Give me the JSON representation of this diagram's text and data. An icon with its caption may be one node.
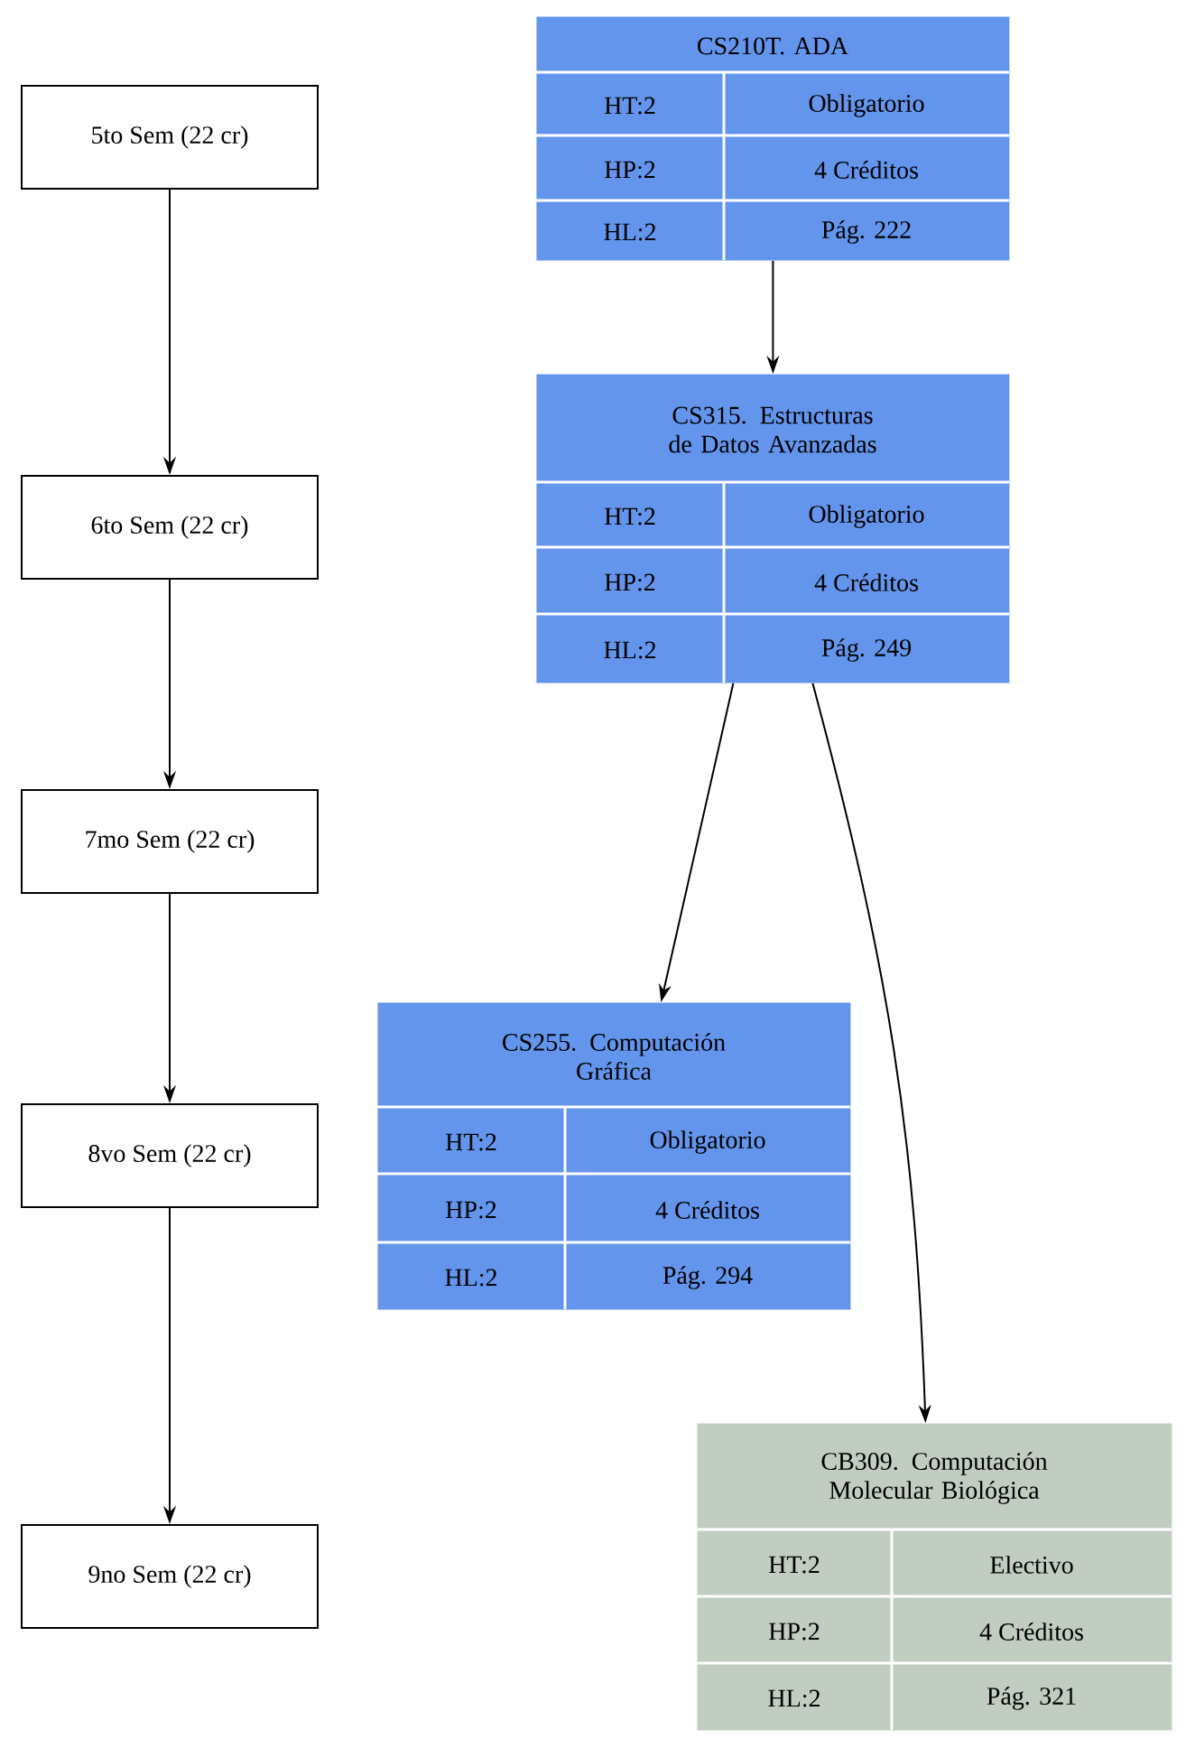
{
  "diagram": {
    "nodes": [
      {
        "text": [
          "5to Sem (22 cr)"
        ]
      },
      {
        "text": [
          "6to Sem (22 cr)"
        ]
      },
      {
        "text": [
          "7mo Sem (22 cr)"
        ]
      },
      {
        "text": [
          "8vo Sem (22 cr)"
        ]
      },
      {
        "text": [
          "9no Sem (22 cr)"
        ]
      },
      {
        "text": [
          "CS210T. ADA",
          "HT:2",
          "Obligatorio",
          "HP:2",
          "4 Créditos",
          "HL:2",
          "Pág. 222"
        ]
      },
      {
        "text": [
          "CS315. Estructuras de Datos Avanzadas",
          "HT:2",
          "Obligatorio",
          "HP:2",
          "4 Créditos",
          "HL:2",
          "Pág. 249"
        ]
      },
      {
        "text": [
          "CS255. Computación Gráfica",
          "HT:2",
          "Obligatorio",
          "HP:2",
          "4 Créditos",
          "HL:2",
          "Pág. 294"
        ]
      },
      {
        "text": [
          "CB309. Computación Molecular Biológica",
          "HT:2",
          "Electivo",
          "HP:2",
          "4 Créditos",
          "HL:2",
          "Pág. 321"
        ]
      }
    ],
    "edges": [
      {
        "from": 0,
        "to": 1,
        "arrow": "to"
      },
      {
        "from": 1,
        "to": 2,
        "arrow": "to"
      },
      {
        "from": 2,
        "to": 3,
        "arrow": "to"
      },
      {
        "from": 3,
        "to": 4,
        "arrow": "to"
      },
      {
        "from": 5,
        "to": 6,
        "arrow": "to"
      },
      {
        "from": 6,
        "to": 7,
        "arrow": "to"
      },
      {
        "from": 6,
        "to": 8,
        "arrow": "to"
      }
    ]
  }
}
